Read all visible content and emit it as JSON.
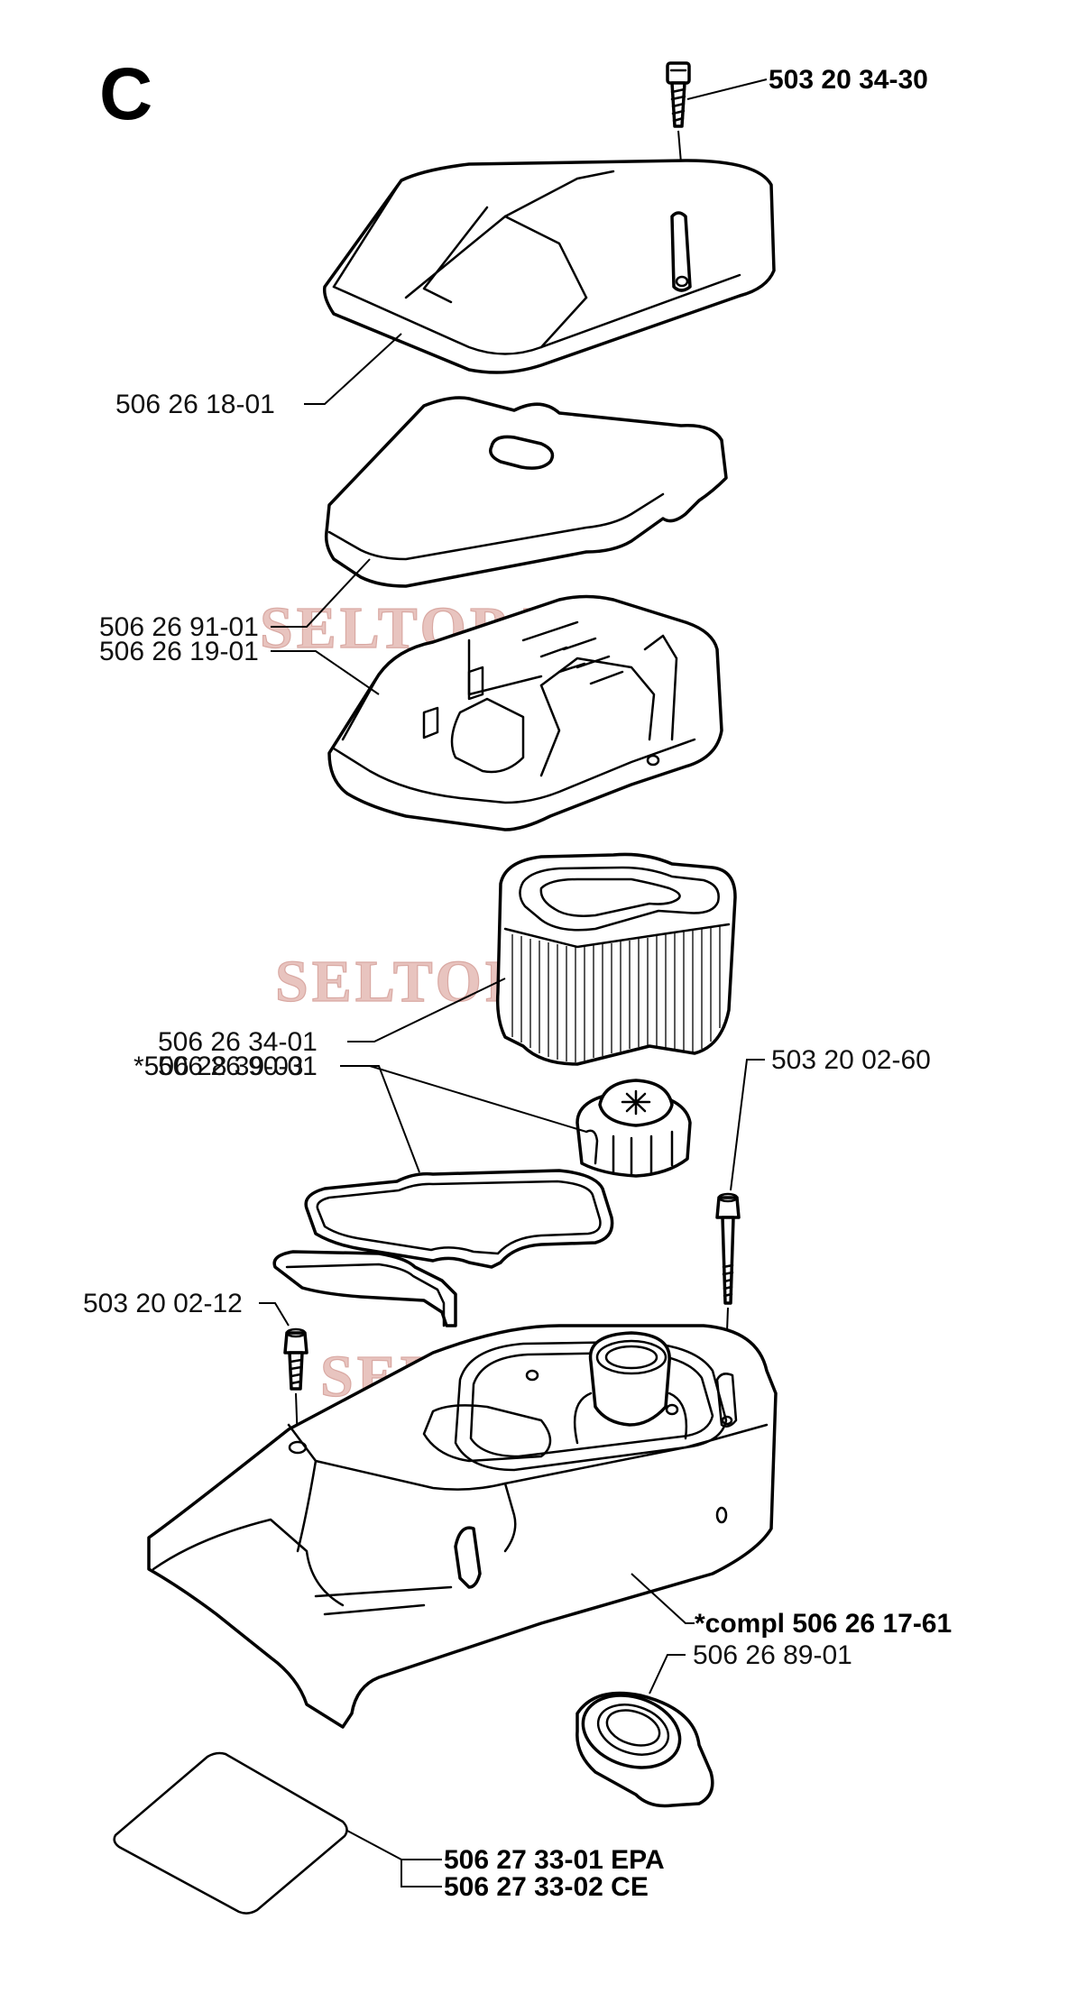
{
  "section_letter": "C",
  "watermark": "SELTOP.RU",
  "callouts": {
    "screw_top": "503 20 34-30",
    "cover": "506 26 18-01",
    "filter_plate": "506 26 91-01",
    "filter_housing": "506 26 19-01",
    "air_filter": "506 26 34-01",
    "filter_nut": "506 26 90-01",
    "gasket": "*506 28 39-03",
    "long_bolt": "503 20 02-60",
    "short_screw": "503 20 02-12",
    "base_complete": "*compl 506 26 17-61",
    "rubber_boot": "506 26 89-01",
    "decal_epa": "506 27 33-01 EPA",
    "decal_ce": "506 27 33-02 CE"
  }
}
